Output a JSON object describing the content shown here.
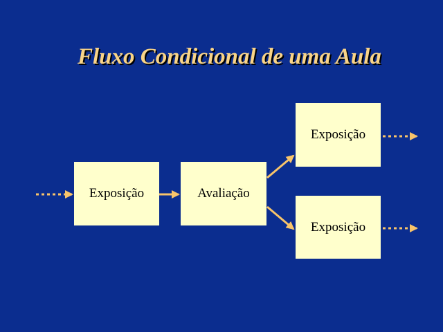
{
  "slide": {
    "title": "Fluxo Condicional de uma Aula",
    "colors": {
      "background": "#0b2d8f",
      "title": "#f9d488",
      "box_fill": "#ffffcc",
      "arrow": "#f8c46a"
    }
  },
  "diagram": {
    "nodes": [
      {
        "id": "exposicao_1",
        "label": "Exposição"
      },
      {
        "id": "avaliacao",
        "label": "Avaliação"
      },
      {
        "id": "exposicao_2",
        "label": "Exposição"
      },
      {
        "id": "exposicao_3",
        "label": "Exposição"
      }
    ],
    "edges": [
      {
        "from": "start",
        "to": "exposicao_1",
        "style": "dotted"
      },
      {
        "from": "exposicao_1",
        "to": "avaliacao",
        "style": "solid"
      },
      {
        "from": "avaliacao",
        "to": "exposicao_2",
        "style": "solid"
      },
      {
        "from": "avaliacao",
        "to": "exposicao_3",
        "style": "solid"
      },
      {
        "from": "exposicao_2",
        "to": "continue",
        "style": "dotted"
      },
      {
        "from": "exposicao_3",
        "to": "continue",
        "style": "dotted"
      }
    ]
  }
}
